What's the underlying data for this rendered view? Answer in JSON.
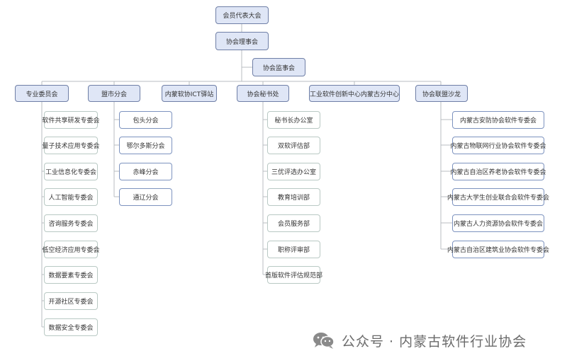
{
  "root": "会员代表大会",
  "council": "协会理事会",
  "supervisory": "协会监事会",
  "branches": [
    "专业委员会",
    "盟市分会",
    "内蒙软协ICT驿站",
    "协会秘书处",
    "工业软件创新中心内蒙古分中心",
    "协会联盟沙龙"
  ],
  "committees": [
    "软件共享研发专委会",
    "量子技术应用专委会",
    "工业信息化专委会",
    "人工智能专委会",
    "咨询服务专委会",
    "低空经济应用专委会",
    "数据要素专委会",
    "开源社区专委会",
    "数据安全专委会"
  ],
  "city_branches": [
    "包头分会",
    "鄂尔多斯分会",
    "赤峰分会",
    "通辽分会"
  ],
  "secretariat": [
    "秘书长办公室",
    "双软评估部",
    "三优评选办公室",
    "教育培训部",
    "会员服务部",
    "职称评审部",
    "首版软件评估规范部"
  ],
  "alliances": [
    "内蒙古安防协会软件专委会",
    "内蒙古物联网行业协会软件专委会",
    "内蒙古自治区养老协会软件专委会",
    "内蒙古大学生创业联合会软件专委会",
    "内蒙古人力资源协会软件专委会",
    "内蒙古自治区建筑业协会软件专委会"
  ],
  "watermark": "公众号 · 内蒙古软件行业协会",
  "colors": {
    "top_fill": "#dfe6f6",
    "top_border": "#6f7fa6",
    "sub_border": "#7d93bf",
    "sub_border_light": "#b9c9c4",
    "line": "#b9bcc2"
  }
}
